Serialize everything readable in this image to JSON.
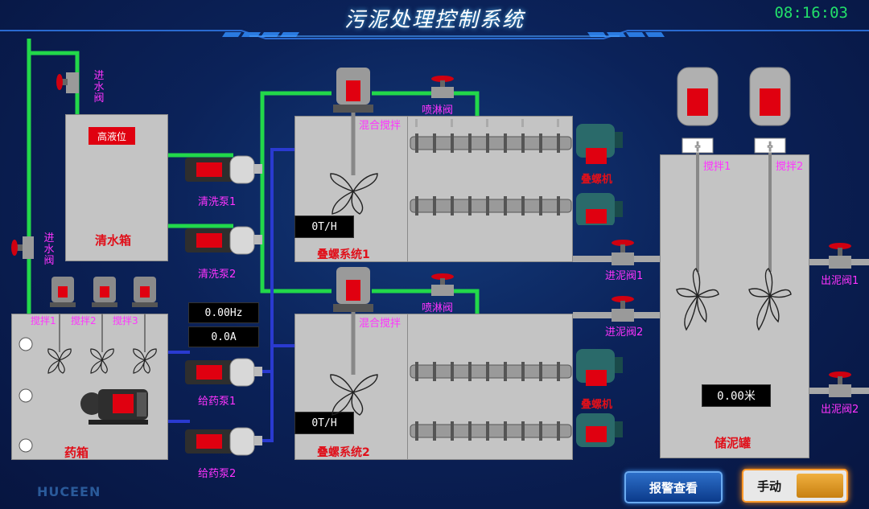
{
  "header": {
    "title": "污泥处理控制系统",
    "clock": "08:16:03"
  },
  "clean_tank": {
    "label": "清水箱",
    "level_indicator": "高液位"
  },
  "drug_tank": {
    "label": "药箱",
    "mixers": [
      "搅拌1",
      "搅拌2",
      "搅拌3"
    ]
  },
  "valves": {
    "inlet_top": "进水阀",
    "inlet_left": "进水阀",
    "spray_1": "喷淋阀",
    "spray_2": "喷淋阀",
    "sludge_in_1": "进泥阀1",
    "sludge_in_2": "进泥阀2",
    "sludge_out_1": "出泥阀1",
    "sludge_out_2": "出泥阀2"
  },
  "pumps": {
    "wash_1": "清洗泵1",
    "wash_2": "清洗泵2",
    "dose_1": "给药泵1",
    "dose_2": "给药泵2"
  },
  "dosing_readouts": {
    "frequency": "0.00Hz",
    "current": "0.0A"
  },
  "screw_system_1": {
    "label": "叠螺系统1",
    "mixer": "混合搅拌",
    "flow": "0T/H",
    "motor": "叠螺机"
  },
  "screw_system_2": {
    "label": "叠螺系统2",
    "mixer": "混合搅拌",
    "flow": "0T/H",
    "motor": "叠螺机"
  },
  "sludge_tank": {
    "label": "储泥罐",
    "mixers": [
      "搅拌1",
      "搅拌2"
    ],
    "level": "0.00米"
  },
  "controls": {
    "alarm_button": "报警查看",
    "mode_toggle": "手动"
  },
  "footer": {
    "brand": "HUCEEN"
  },
  "colors": {
    "water_pipe": "#22d84a",
    "chem_pipe": "#2a3ad0",
    "label_red": "#e0101a",
    "label_pink": "#ff33ff"
  }
}
